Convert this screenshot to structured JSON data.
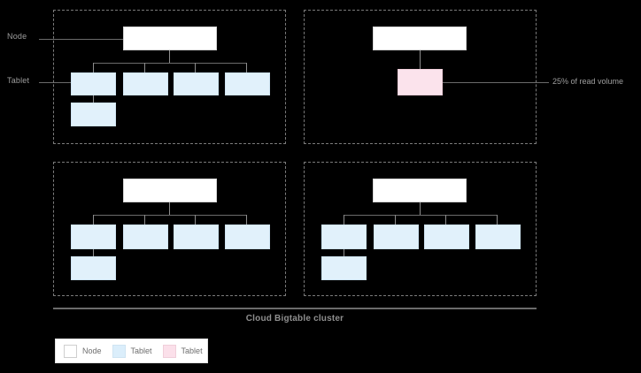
{
  "diagram": {
    "caption": "Cloud Bigtable cluster",
    "side_labels": {
      "node": "Node",
      "tablet": "Tablet"
    },
    "callout": {
      "hot_tablet": "25% of read volume"
    },
    "colors": {
      "background": "#000000",
      "node_fill": "#ffffff",
      "tablet_fill": "#e1f1fb",
      "hot_tablet_fill": "#fbe3ec",
      "panel_border": "#7a7a7a",
      "connector": "#6b6b6b",
      "text": "#9e9e9e"
    },
    "panels": [
      {
        "id": "node-panel-top-left",
        "node_count": 1,
        "tablet_count": 5,
        "hot_tablet_count": 0
      },
      {
        "id": "node-panel-top-right",
        "node_count": 1,
        "tablet_count": 0,
        "hot_tablet_count": 1
      },
      {
        "id": "node-panel-bottom-left",
        "node_count": 1,
        "tablet_count": 5,
        "hot_tablet_count": 0
      },
      {
        "id": "node-panel-bottom-right",
        "node_count": 1,
        "tablet_count": 5,
        "hot_tablet_count": 0
      }
    ]
  },
  "legend": {
    "items": [
      {
        "label": "Node",
        "swatch": "node-swatch"
      },
      {
        "label": "Tablet",
        "swatch": "tablet-swatch"
      },
      {
        "label": "Tablet",
        "swatch": "hot-tablet-swatch"
      }
    ]
  }
}
